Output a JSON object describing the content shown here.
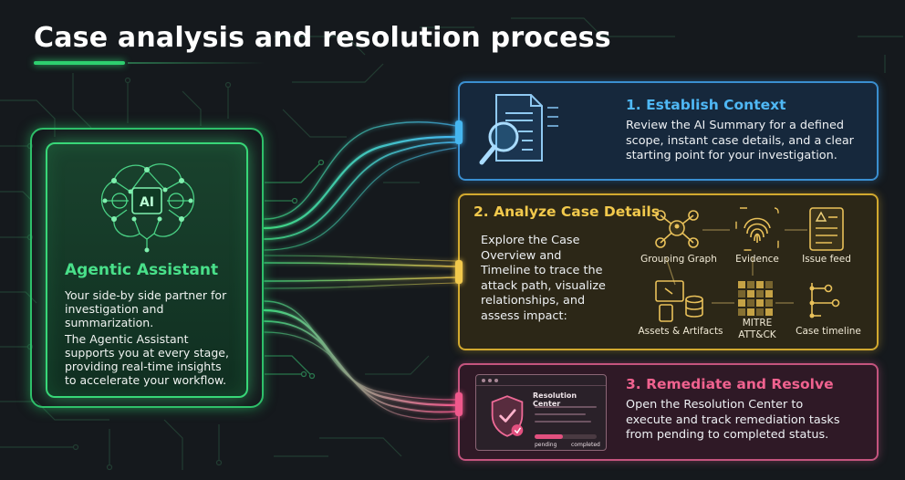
{
  "title": "Case analysis and resolution process",
  "colors": {
    "background": "#15191d",
    "assistant_green": "#38d778",
    "context_blue": "#3a8fd0",
    "analyze_gold": "#d2a92f",
    "resolve_pink": "#c4547e"
  },
  "assistant": {
    "icon": "ai-brain-icon",
    "icon_text": "AI",
    "heading": "Agentic Assistant",
    "paragraph1_lines": [
      "Your side-by side partner for",
      "investigation and",
      "summarization."
    ],
    "paragraph2_lines": [
      "The Agentic Assistant",
      "supports you at every stage,",
      "providing real-time insights",
      "to accelerate your workflow."
    ]
  },
  "steps": [
    {
      "heading": "1. Establish Context",
      "icon": "document-magnifier-icon",
      "text_lines": [
        "Review the AI Summary for a defined",
        "scope, instant case details, and a clear",
        "starting point for your investigation."
      ]
    },
    {
      "heading": "2. Analyze Case Details",
      "text_lines": [
        "Explore the Case",
        "Overview and",
        "Timeline to trace the",
        "attack path, visualize",
        "relationships, and",
        "assess impact:"
      ],
      "features": [
        {
          "label": "Grouping Graph",
          "icon": "grouping-graph-icon"
        },
        {
          "label": "Evidence",
          "icon": "fingerprint-icon"
        },
        {
          "label": "Issue feed",
          "icon": "issue-feed-icon"
        },
        {
          "label": "Assets & Artifacts",
          "icon": "assets-artifacts-icon"
        },
        {
          "label": "MITRE\nATT&CK",
          "label_line1": "MITRE",
          "label_line2": "ATT&CK",
          "icon": "mitre-grid-icon"
        },
        {
          "label": "Case timeline",
          "icon": "case-timeline-icon"
        }
      ]
    },
    {
      "heading": "3. Remediate and Resolve",
      "icon": "shield-check-icon",
      "text_lines": [
        "Open the Resolution Center to",
        "execute and track remediation tasks",
        "from pending to completed status."
      ],
      "mockup": {
        "title": "Resolution Center",
        "pending_label": "pending",
        "completed_label": "completed",
        "progress": 0.45
      }
    }
  ]
}
